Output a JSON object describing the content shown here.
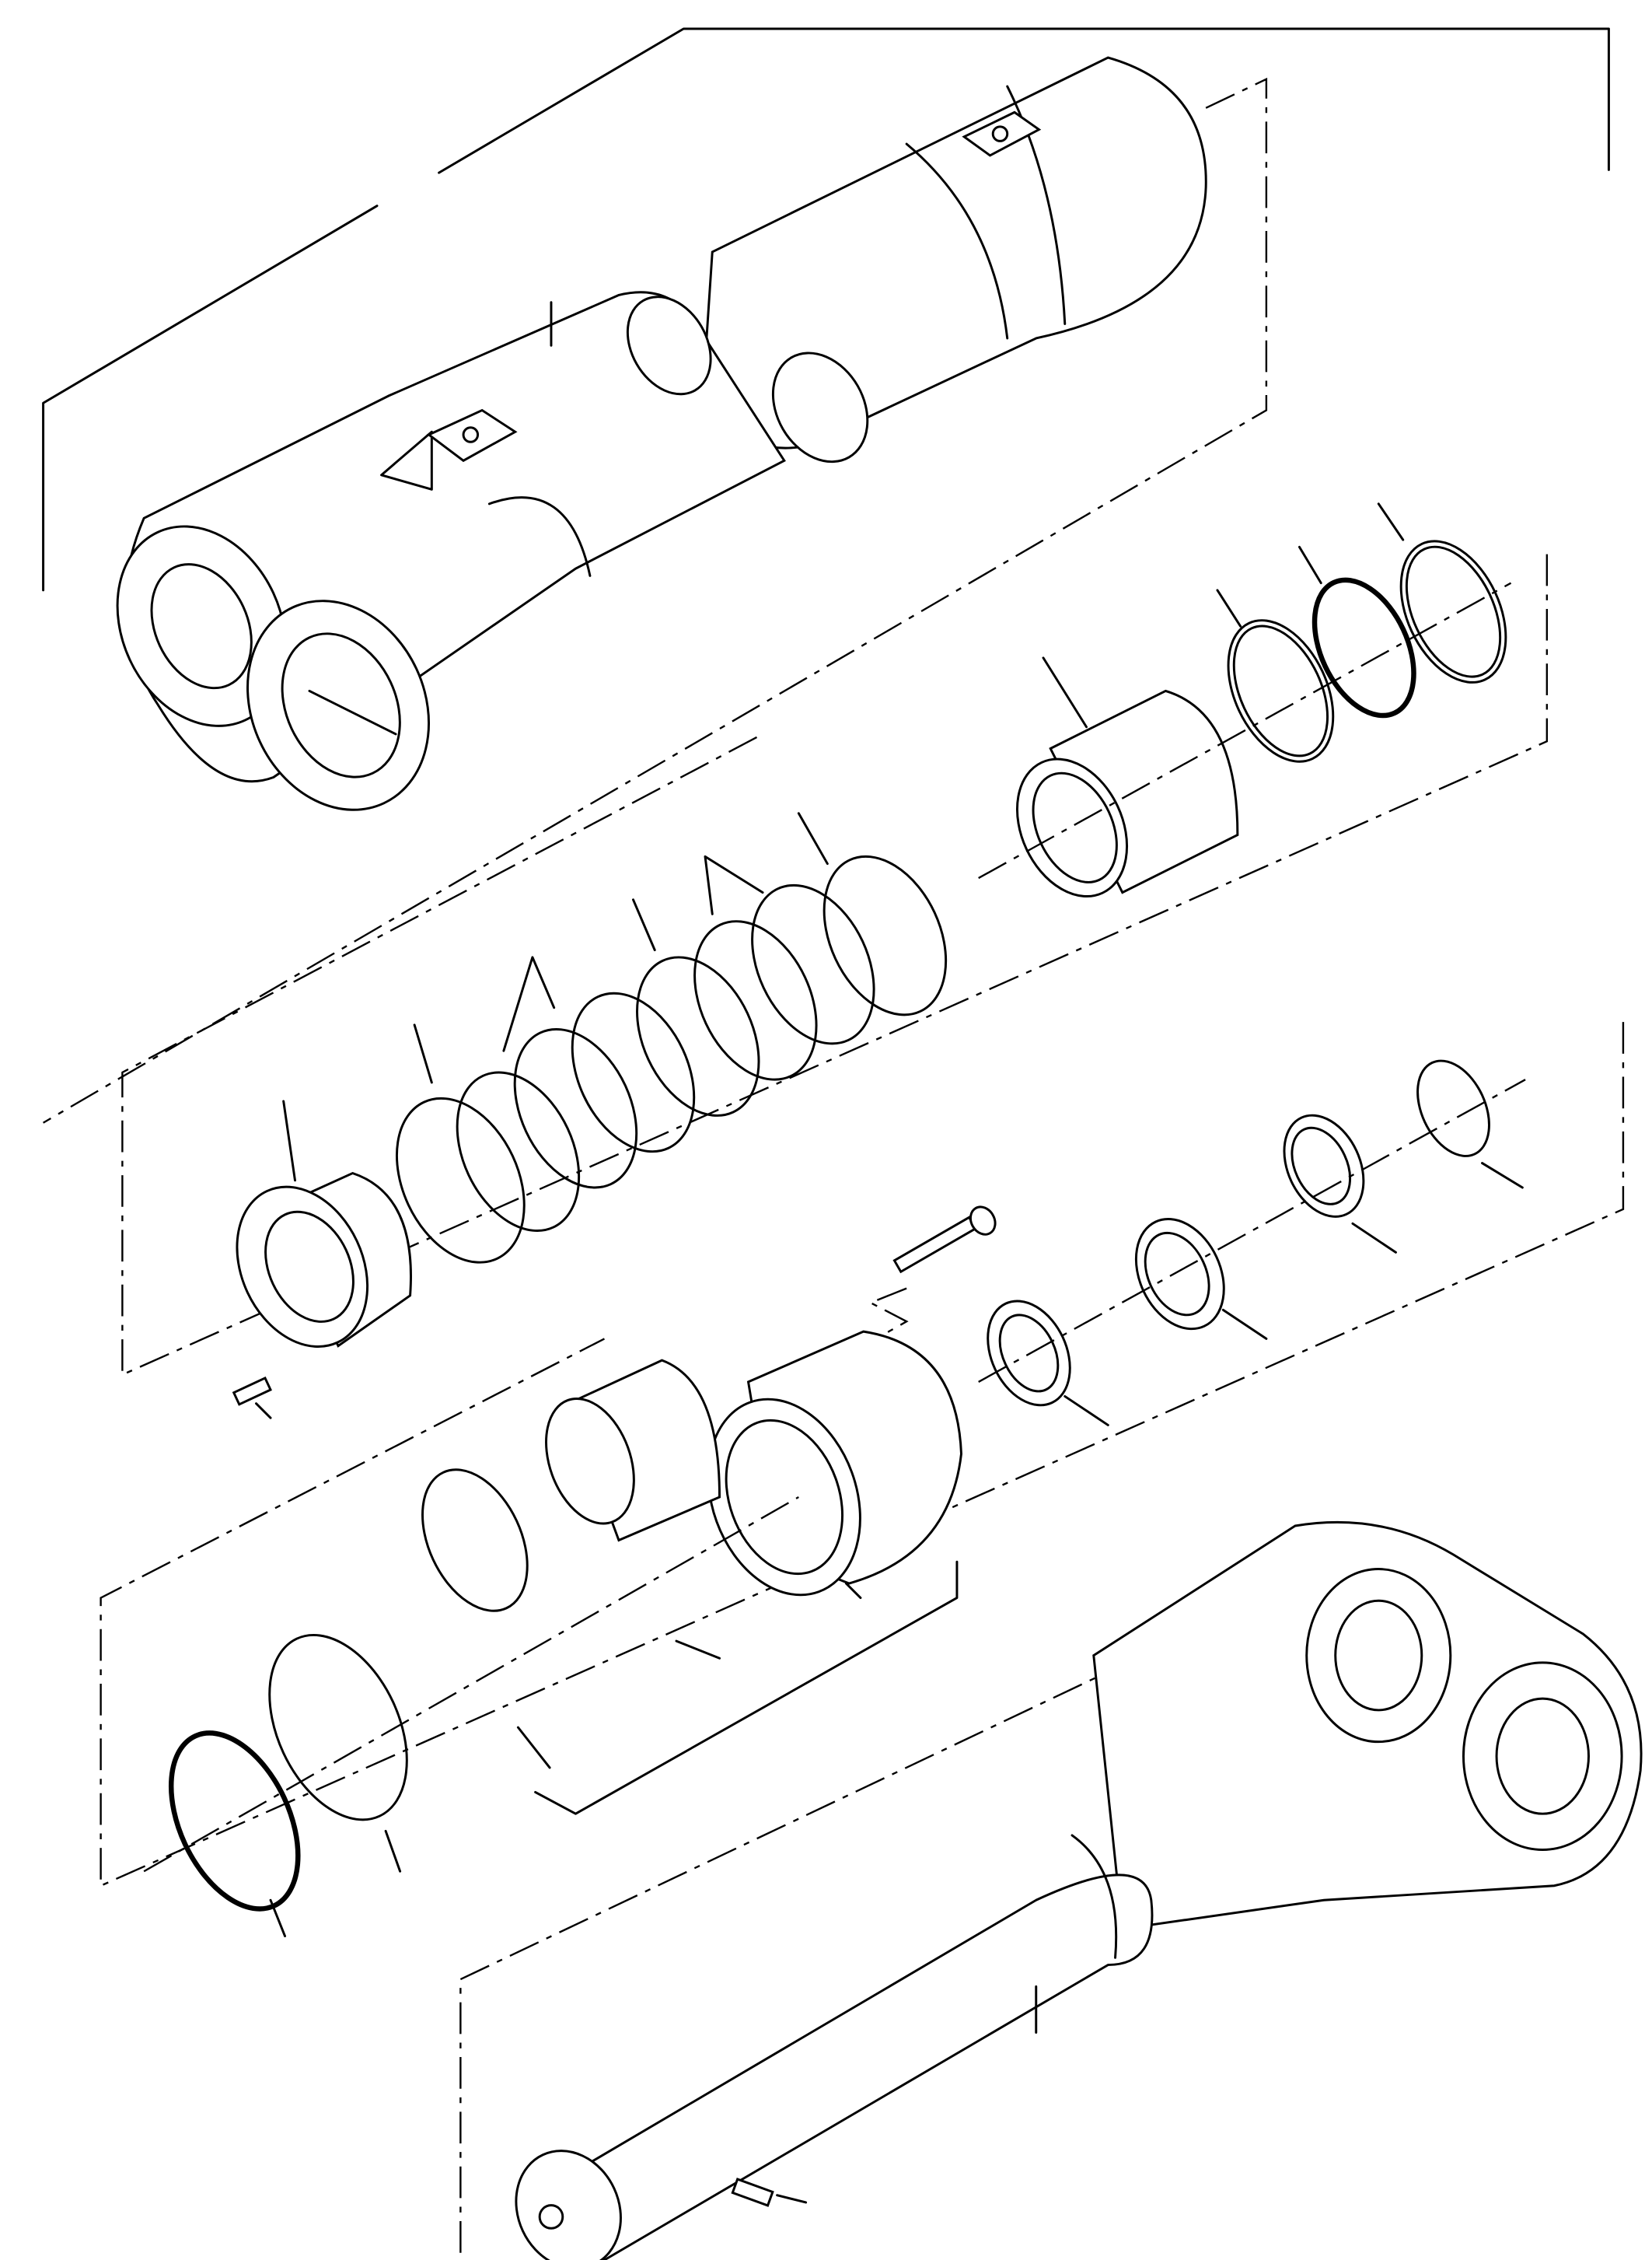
{
  "diagram": {
    "type": "exploded-parts-drawing",
    "colors": {
      "line": "#000000",
      "background": "#ffffff"
    },
    "parts": [
      "cylinder-tube",
      "grease-fitting-plate",
      "wear-ring",
      "rod-seal",
      "backup-ring",
      "cylinder-head-bushing",
      "cushion-spring-rings",
      "head-nut",
      "set-screw",
      "piston",
      "piston-bushing",
      "snap-ring",
      "piston-rings",
      "bolt",
      "piston-seals",
      "piston-rod",
      "key"
    ]
  }
}
